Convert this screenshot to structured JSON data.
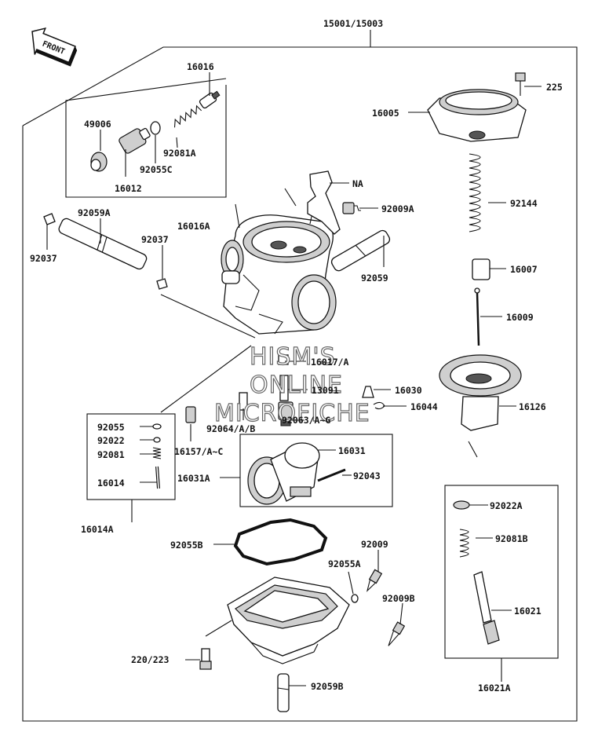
{
  "assembly_label": "15001/15003",
  "front_arrow_text": "FRONT",
  "watermark": {
    "line1": "HISM'S",
    "line2": "ONLINE",
    "line3": "MICROFICHE"
  },
  "labels": {
    "p16016": "16016",
    "p49006": "49006",
    "p92081A": "92081A",
    "p92055C": "92055C",
    "p16012": "16012",
    "p16016A": "16016A",
    "p92059A": "92059A",
    "p92037a": "92037",
    "p92037b": "92037",
    "pNA": "NA",
    "p92009A": "92009A",
    "p92059": "92059",
    "p225": "225",
    "p16005": "16005",
    "p92144": "92144",
    "p16007": "16007",
    "p16009": "16009",
    "p16017A": "16017/A",
    "p13091": "13091",
    "p16030": "16030",
    "p16044": "16044",
    "p16126": "16126",
    "p92055": "92055",
    "p92022": "92022",
    "p92081": "92081",
    "p16014": "16014",
    "p16014A": "16014A",
    "p92064": "92064/A/B",
    "p92063": "92063/A~G",
    "p16157": "16157/A~C",
    "p16031": "16031",
    "p16031A": "16031A",
    "p92043": "92043",
    "p92022A": "92022A",
    "p92081B": "92081B",
    "p16021": "16021",
    "p16021A": "16021A",
    "p92055B": "92055B",
    "p92009": "92009",
    "p92055A": "92055A",
    "p92009B": "92009B",
    "p220": "220/223",
    "p92059B": "92059B"
  }
}
